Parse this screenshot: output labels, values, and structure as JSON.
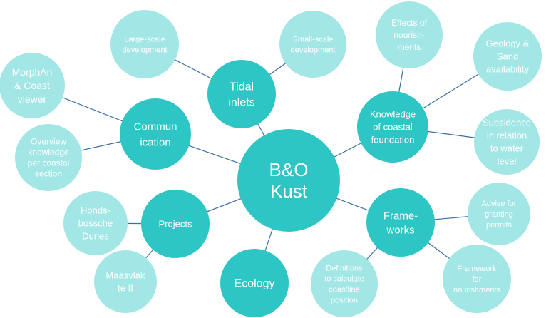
{
  "diagram": {
    "colors": {
      "center": "#2EC5C5",
      "primary": "#2EC5C5",
      "secondary": "#A3E6E6",
      "edge": "#3A6EA5",
      "text_light": "#FFFFFF"
    },
    "center": {
      "id": "center",
      "name": "center-node",
      "lines": [
        "B&O",
        "Kust"
      ]
    },
    "nodes": [
      {
        "id": "tidal",
        "name": "tidal-inlets-node",
        "level": "primary",
        "lines": [
          "Tidal",
          "inlets"
        ]
      },
      {
        "id": "comm",
        "name": "communication-node",
        "level": "primary",
        "lines": [
          "Commun",
          "ication"
        ]
      },
      {
        "id": "know",
        "name": "knowledge-node",
        "level": "primary",
        "lines": [
          "Knowledge",
          "of coastal",
          "foundation"
        ]
      },
      {
        "id": "projects",
        "name": "projects-node",
        "level": "primary",
        "lines": [
          "Projects"
        ]
      },
      {
        "id": "frame",
        "name": "frameworks-node",
        "level": "primary",
        "lines": [
          "Frame-",
          "works"
        ]
      },
      {
        "id": "ecology",
        "name": "ecology-node",
        "level": "primary",
        "lines": [
          "Ecology"
        ]
      },
      {
        "id": "large",
        "name": "large-scale-development-node",
        "level": "secondary",
        "parent": "tidal",
        "lines": [
          "Large-scale",
          "development"
        ]
      },
      {
        "id": "small",
        "name": "small-scale-development-node",
        "level": "secondary",
        "parent": "tidal",
        "lines": [
          "Small-scale",
          "development"
        ]
      },
      {
        "id": "morph",
        "name": "morphan-coast-viewer-node",
        "level": "secondary",
        "parent": "comm",
        "lines": [
          "MorphAn",
          "& Coast",
          "viewer"
        ]
      },
      {
        "id": "overview",
        "name": "overview-knowledge-node",
        "level": "secondary",
        "parent": "comm",
        "lines": [
          "Overview",
          "knowledge",
          "per coastal",
          "section"
        ]
      },
      {
        "id": "effects",
        "name": "effects-of-nourishments-node",
        "level": "secondary",
        "parent": "know",
        "lines": [
          "Effects of",
          "nourish-",
          "ments"
        ]
      },
      {
        "id": "geology",
        "name": "geology-sand-node",
        "level": "secondary",
        "parent": "know",
        "lines": [
          "Geology &",
          "Sand",
          "availability"
        ]
      },
      {
        "id": "subsidence",
        "name": "subsidence-node",
        "level": "secondary",
        "parent": "know",
        "lines": [
          "Subsidence",
          "in relation",
          "to water",
          "level"
        ]
      },
      {
        "id": "hondsbossche",
        "name": "hondsbossche-dunes-node",
        "level": "secondary",
        "parent": "projects",
        "lines": [
          "Honds-",
          "bossche",
          "Dunes"
        ]
      },
      {
        "id": "maasvlakte",
        "name": "maasvlakte-node",
        "level": "secondary",
        "parent": "projects",
        "lines": [
          "Maasvlak",
          "te II"
        ]
      },
      {
        "id": "advise",
        "name": "advise-permits-node",
        "level": "secondary",
        "parent": "frame",
        "lines": [
          "Advise for",
          "granting",
          "permits"
        ]
      },
      {
        "id": "fwnour",
        "name": "framework-nourishments-node",
        "level": "secondary",
        "parent": "frame",
        "lines": [
          "Framework",
          "for",
          "nourishments"
        ]
      },
      {
        "id": "definitions",
        "name": "definitions-coastline-node",
        "level": "secondary",
        "parent": "frame",
        "lines": [
          "Definitions",
          "to calculate",
          "coastline",
          "position"
        ]
      }
    ],
    "edges": [
      [
        "center",
        "tidal"
      ],
      [
        "center",
        "comm"
      ],
      [
        "center",
        "know"
      ],
      [
        "center",
        "projects"
      ],
      [
        "center",
        "frame"
      ],
      [
        "center",
        "ecology"
      ],
      [
        "tidal",
        "large"
      ],
      [
        "tidal",
        "small"
      ],
      [
        "comm",
        "morph"
      ],
      [
        "comm",
        "overview"
      ],
      [
        "know",
        "effects"
      ],
      [
        "know",
        "geology"
      ],
      [
        "know",
        "subsidence"
      ],
      [
        "projects",
        "hondsbossche"
      ],
      [
        "projects",
        "maasvlakte"
      ],
      [
        "frame",
        "advise"
      ],
      [
        "frame",
        "fwnour"
      ],
      [
        "frame",
        "definitions"
      ]
    ]
  }
}
